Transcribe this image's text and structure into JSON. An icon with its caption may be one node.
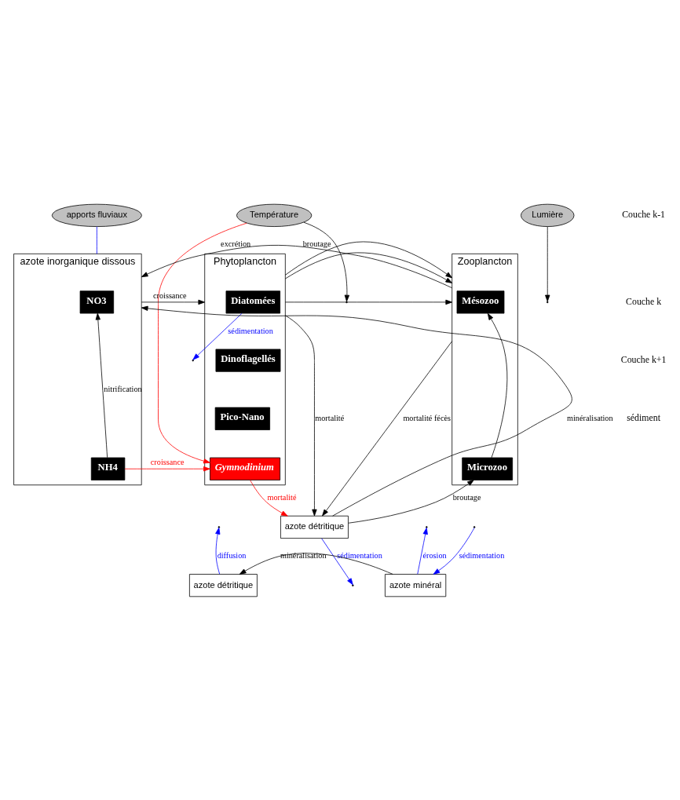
{
  "diagram": {
    "nodes": [
      {
        "text": [
          "apports fluviaux"
        ]
      },
      {
        "text": [
          "Lumière"
        ]
      },
      {
        "text": [
          "Température"
        ]
      },
      {
        "text": [
          "azote inorganique dissous"
        ]
      },
      {
        "text": [
          "NO3"
        ],
        "in": 3
      },
      {
        "text": [
          "NH4"
        ],
        "in": 3
      },
      {
        "text": [
          "Phytoplancton"
        ]
      },
      {
        "text": [
          "Diatomées"
        ],
        "in": 6
      },
      {
        "text": [
          "Dinoflagellés"
        ],
        "in": 6
      },
      {
        "text": [
          "Pico-Nano"
        ],
        "in": 6
      },
      {
        "text": [
          "Gymnodinium"
        ],
        "in": 6
      },
      {
        "text": [
          "Zooplancton"
        ]
      },
      {
        "text": [
          "Mésozoo"
        ],
        "in": 11
      },
      {
        "text": [
          "Microzoo"
        ],
        "in": 11
      },
      {
        "text": [
          "azote détritique"
        ]
      },
      {
        "text": [
          "azote détritique"
        ]
      },
      {
        "text": [
          "azote minéral"
        ]
      }
    ],
    "edges": [
      {
        "from": 0,
        "to": 3,
        "arrow": "none",
        "color": "#0000ff"
      },
      {
        "from": 1,
        "to": null,
        "arrow": "to"
      },
      {
        "from": 2,
        "to": 10,
        "arrow": "to",
        "color": "#ff0000"
      },
      {
        "from": 2,
        "to": null,
        "arrow": "to"
      },
      {
        "from": 5,
        "to": 4,
        "arrow": "to",
        "label": "nitrification"
      },
      {
        "from": 3,
        "to": 6,
        "arrow": "to",
        "label": "croissance"
      },
      {
        "from": 5,
        "to": 10,
        "arrow": "to",
        "label": "croissance",
        "color": "#ff0000"
      },
      {
        "from": 7,
        "to": null,
        "arrow": "to",
        "label": "sédimentation",
        "color": "#0000ff"
      },
      {
        "from": 6,
        "to": 11,
        "arrow": "to",
        "label": "broutage"
      },
      {
        "from": 6,
        "to": 11,
        "arrow": "to"
      },
      {
        "from": 6,
        "to": 11,
        "arrow": "to"
      },
      {
        "from": 13,
        "to": 12,
        "arrow": "to"
      },
      {
        "from": 11,
        "to": 3,
        "arrow": "to",
        "label": "excrétion"
      },
      {
        "from": 10,
        "to": 14,
        "arrow": "to",
        "label": "mortalité",
        "color": "#ff0000"
      },
      {
        "from": 6,
        "to": 14,
        "arrow": "to",
        "label": "mortalité"
      },
      {
        "from": 11,
        "to": 14,
        "arrow": "to",
        "label": "mortalité fécès"
      },
      {
        "from": 14,
        "to": 3,
        "arrow": "to",
        "label": "minéralisation"
      },
      {
        "from": 14,
        "to": 13,
        "arrow": "to",
        "label": "broutage"
      },
      {
        "from": 14,
        "to": null,
        "arrow": "to",
        "label": "sédimentation",
        "color": "#0000ff"
      },
      {
        "from": 15,
        "to": null,
        "arrow": "to",
        "label": "diffusion",
        "color": "#0000ff"
      },
      {
        "from": 16,
        "to": 15,
        "arrow": "to",
        "label": "minéralisation"
      },
      {
        "from": null,
        "to": 16,
        "arrow": "to",
        "label": "sédimentation",
        "color": "#0000ff"
      },
      {
        "from": 16,
        "to": null,
        "arrow": "to",
        "label": "érosion",
        "color": "#0000ff"
      }
    ],
    "labels": [
      "Couche k-1",
      "Couche k",
      "Couche k+1",
      "sédiment"
    ]
  }
}
